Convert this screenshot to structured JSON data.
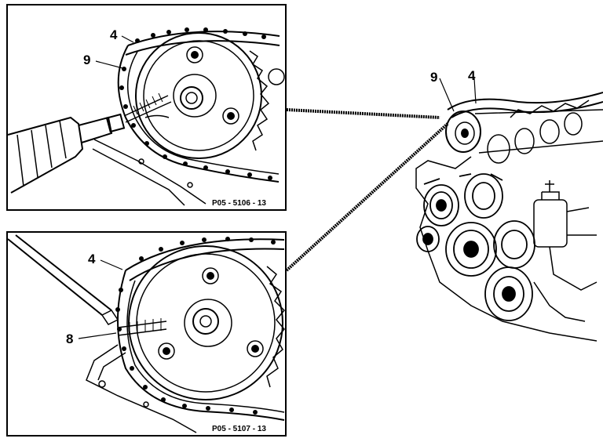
{
  "colors": {
    "ink": "#000000",
    "paper": "#ffffff"
  },
  "detail_top": {
    "callouts": {
      "chain": "4",
      "sprocket_bolt": "9"
    },
    "figure_code": "P05 - 5106 - 13"
  },
  "detail_bottom": {
    "callouts": {
      "chain": "4",
      "sprocket_bolt": "8"
    },
    "figure_code": "P05 - 5107 - 13"
  },
  "engine_view": {
    "callouts": {
      "sprocket": "9",
      "chain": "4"
    }
  }
}
